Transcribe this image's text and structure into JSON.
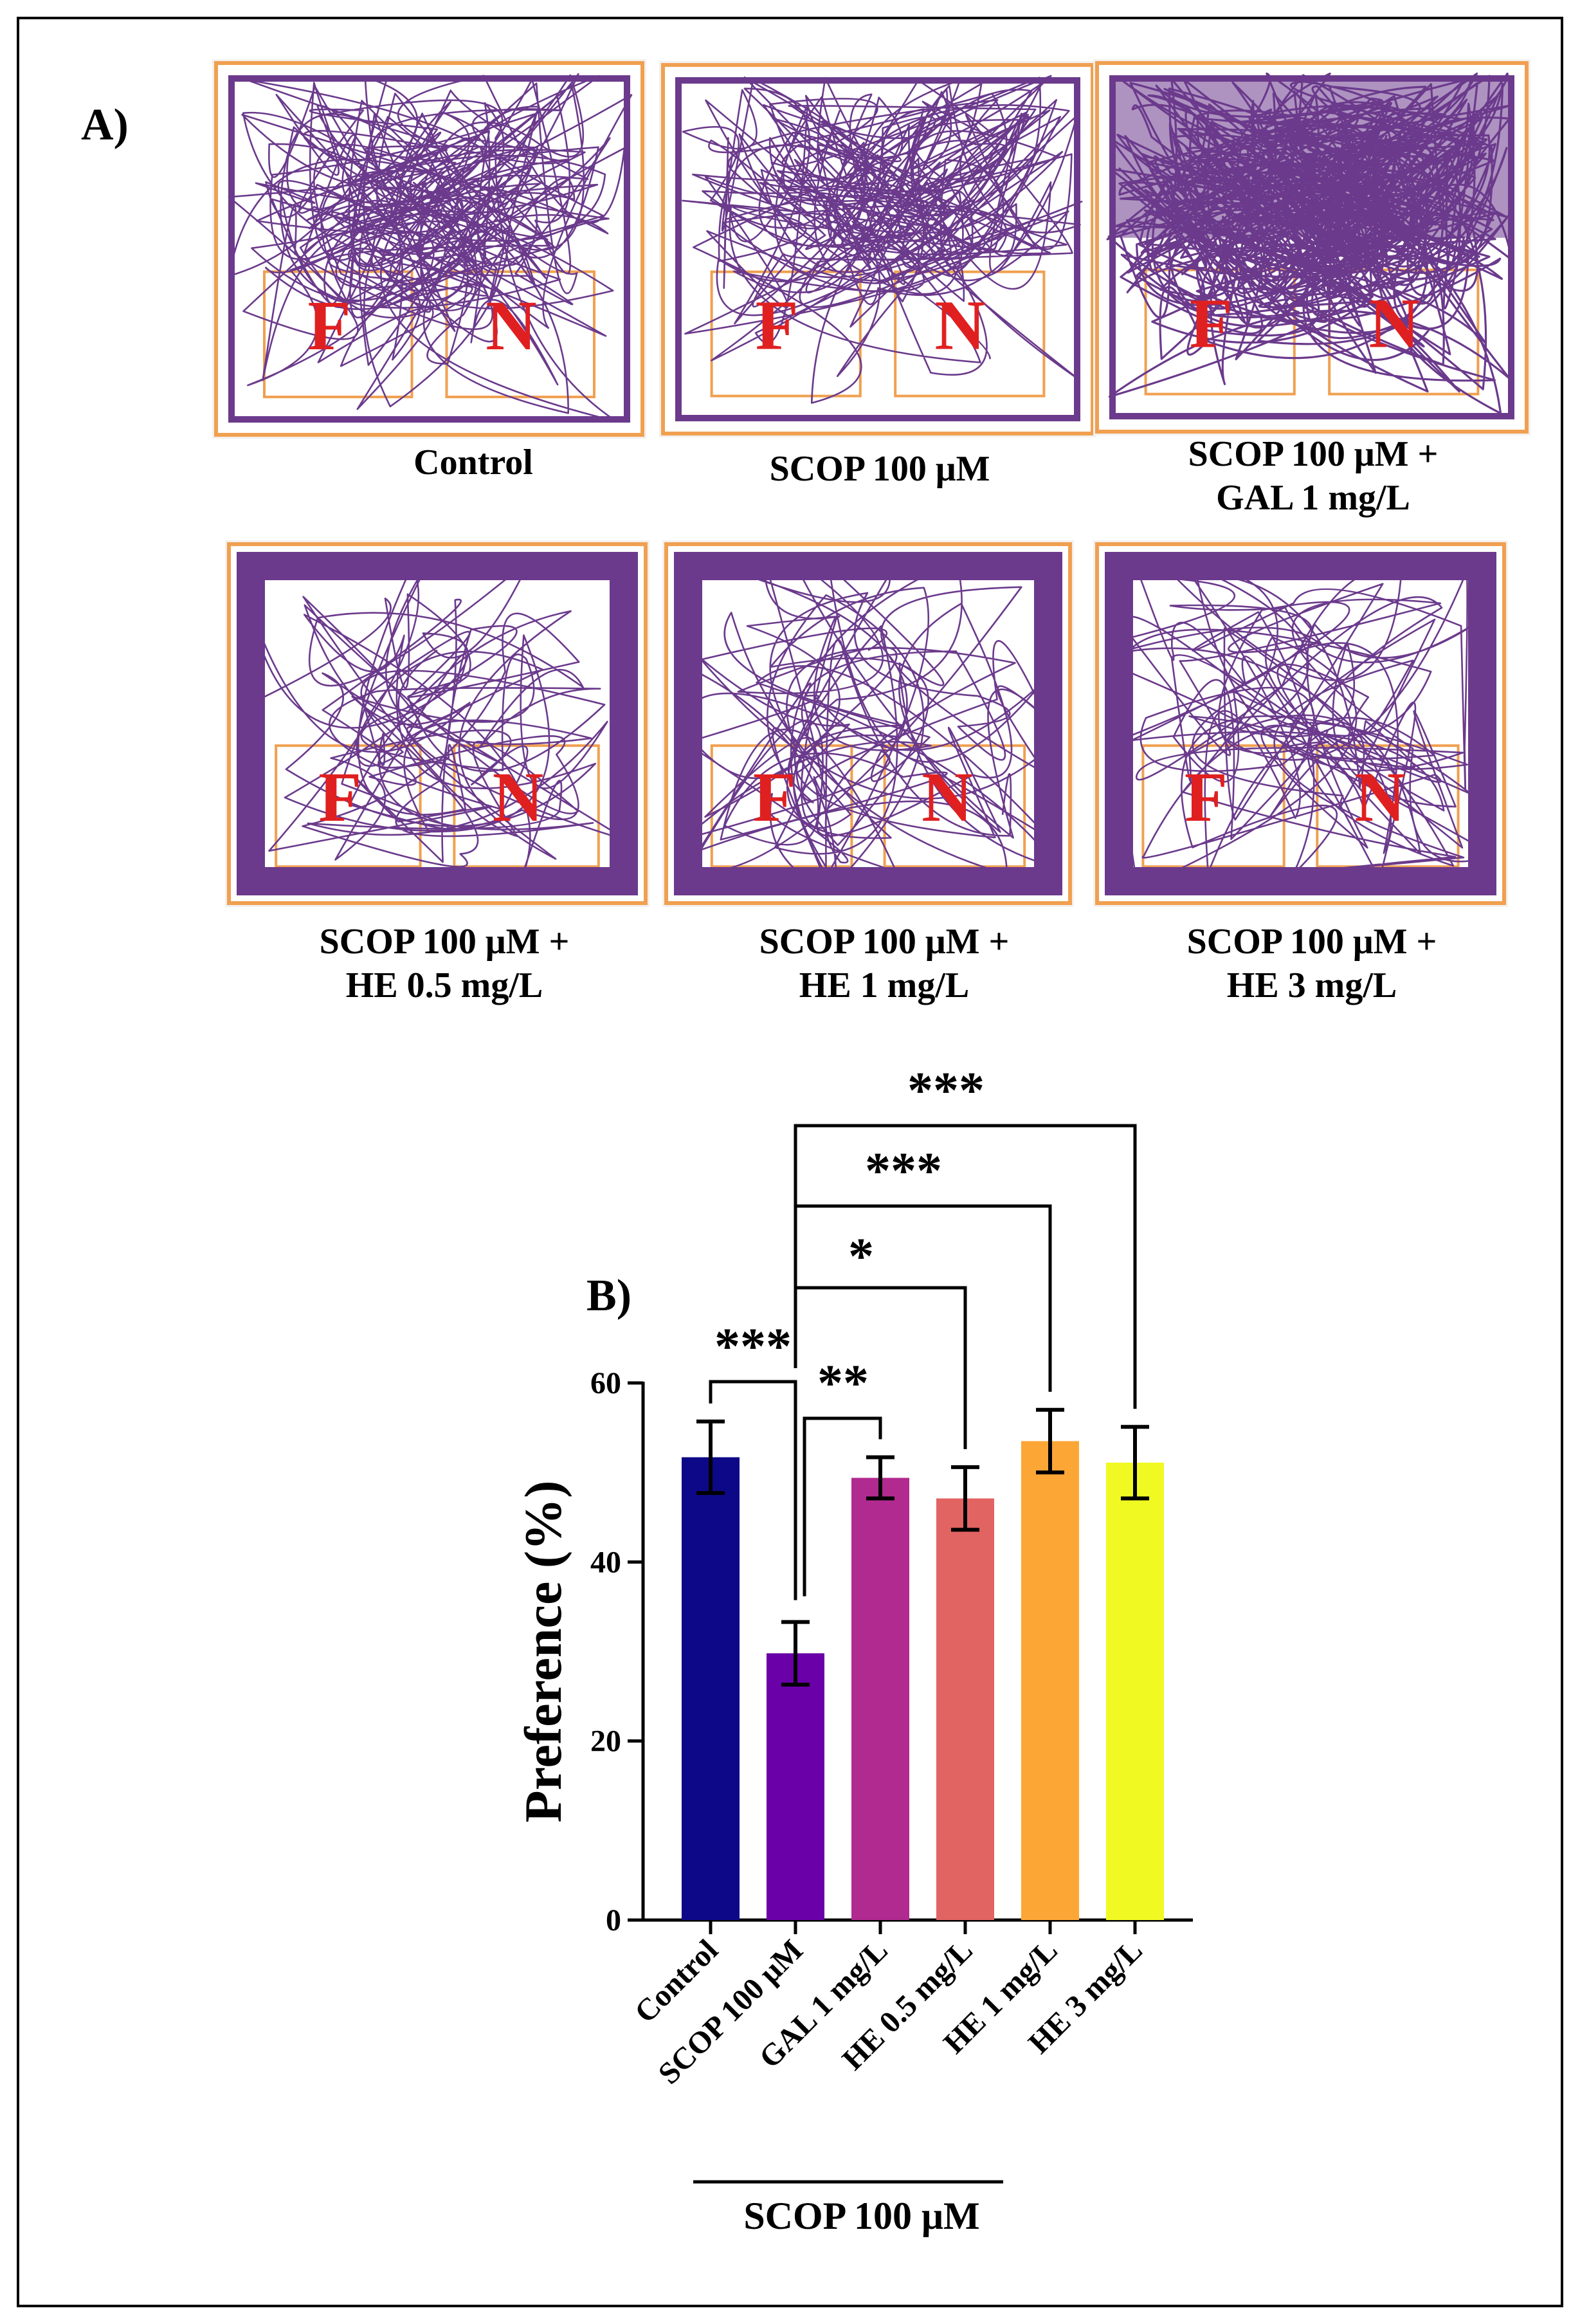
{
  "panels": {
    "a_label": "A)",
    "b_label": "B)"
  },
  "trials": [
    {
      "label_line1": "Control",
      "label_line2": "",
      "zone_left": "F",
      "zone_right": "N"
    },
    {
      "label_line1": "SCOP 100 μM",
      "label_line2": "",
      "zone_left": "F",
      "zone_right": "N"
    },
    {
      "label_line1": "SCOP 100 μM +",
      "label_line2": "GAL 1 mg/L",
      "zone_left": "F",
      "zone_right": "N"
    },
    {
      "label_line1": "SCOP 100 μM +",
      "label_line2": "HE 0.5 mg/L",
      "zone_left": "F",
      "zone_right": "N"
    },
    {
      "label_line1": "SCOP 100 μM +",
      "label_line2": "HE 1 mg/L",
      "zone_left": "F",
      "zone_right": "N"
    },
    {
      "label_line1": "SCOP 100 μM +",
      "label_line2": "HE 3 mg/L",
      "zone_left": "F",
      "zone_right": "N"
    }
  ],
  "colors": {
    "track": "#6b3a8c",
    "arena_border": "#f0a050",
    "zone_letter": "#e02020"
  },
  "chart_data": {
    "type": "bar",
    "ylabel": "Preference (%)",
    "ylim": [
      0,
      60
    ],
    "yticks": [
      0,
      20,
      40,
      60
    ],
    "categories": [
      "Control",
      "SCOP 100 μM",
      "GAL 1 mg/L",
      "HE 0.5 mg/L",
      "HE 1 mg/L",
      "HE 3 mg/L"
    ],
    "values": [
      51.7,
      29.8,
      49.4,
      47.1,
      53.5,
      51.1
    ],
    "errors": [
      4.0,
      3.5,
      2.3,
      3.5,
      3.5,
      4.0
    ],
    "colors": [
      "#0d0887",
      "#6a00a8",
      "#b12a90",
      "#e16462",
      "#fca636",
      "#f0f921"
    ],
    "group_label": "SCOP 100 μM",
    "comparisons": [
      {
        "from": 0,
        "to": 1,
        "stars": "***"
      },
      {
        "from": 1,
        "to": 2,
        "stars": "**"
      },
      {
        "from": 1,
        "to": 3,
        "stars": "*"
      },
      {
        "from": 1,
        "to": 4,
        "stars": "***"
      },
      {
        "from": 1,
        "to": 5,
        "stars": "***"
      }
    ]
  }
}
